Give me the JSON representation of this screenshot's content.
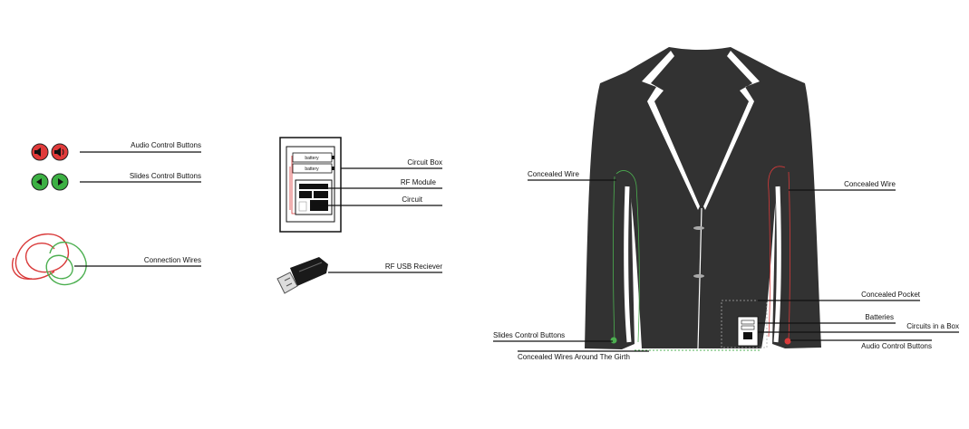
{
  "legend": {
    "audio_buttons": "Audio Control Buttons",
    "slides_buttons": "Slides Control Buttons",
    "connection_wires": "Connection Wires"
  },
  "device": {
    "circuit_box": "Circuit Box",
    "rf_module": "RF Module",
    "circuit": "Circuit",
    "battery_1": "battery",
    "battery_2": "battery",
    "usb_receiver": "RF USB Reciever"
  },
  "jacket": {
    "concealed_wire_left": "Concealed Wire",
    "concealed_wire_right": "Concealed Wire",
    "concealed_pocket": "Concealed Pocket",
    "batteries": "Batteries",
    "circuits_in_box": "Circuits in a Box",
    "slides_control_buttons": "Slides Control Buttons",
    "audio_control_buttons": "Audio Control Buttons",
    "wires_around_girth": "Concealed Wires Around The Girth"
  },
  "colors": {
    "jacket": "#323232",
    "audio_red": "#e03a3a",
    "slides_green": "#3cb043",
    "wire_red": "#d93a3a",
    "wire_green": "#4caf50"
  },
  "icons": [
    "speaker-mute-icon",
    "speaker-volume-icon",
    "arrow-left-icon",
    "arrow-right-icon",
    "usb-stick-icon"
  ]
}
